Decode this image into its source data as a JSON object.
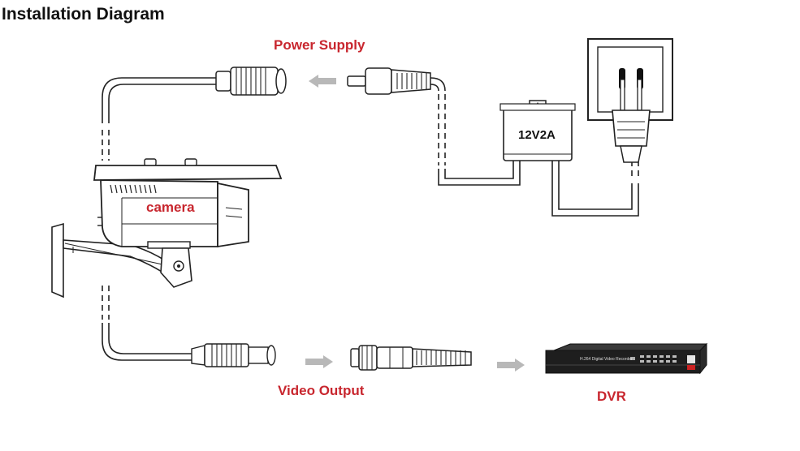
{
  "title": "Installation Diagram",
  "labels": {
    "power_supply": "Power Supply",
    "camera": "camera",
    "adapter": "12V2A",
    "video_output": "Video Output",
    "dvr": "DVR",
    "dvr_panel": "H.264 Digital Video Recorder"
  },
  "colors": {
    "label_red": "#c8262e",
    "line": "#222222",
    "arrow": "#b8b8b8",
    "dvr_body": "#1e1e1e"
  }
}
